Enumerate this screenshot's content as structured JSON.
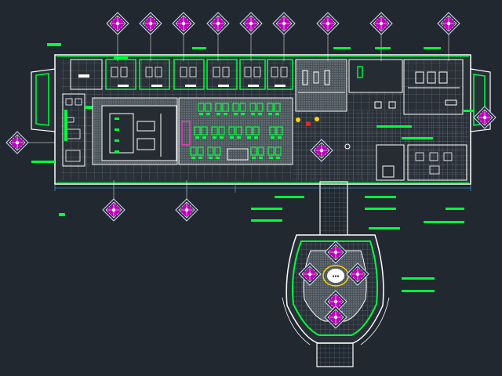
{
  "drawing": {
    "background": "#212830",
    "colors": {
      "wall": "#ffffff",
      "highlight": "#00ff3c",
      "grid": "#6b7a86",
      "hatch": "#9aa3ab",
      "index_frame": "#d8d8ff",
      "index_fill": "#c000c0",
      "accent_yellow": "#ffd400",
      "accent_red": "#ff2020",
      "dimension": "#40c0ff"
    },
    "plan_label": "UNREADABLE",
    "index_symbol": "diamond-detail-marker",
    "note_marker": "green-leader-bar"
  }
}
